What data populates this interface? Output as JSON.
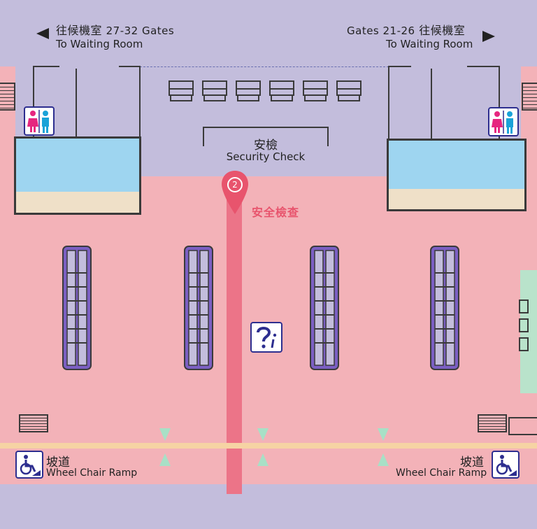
{
  "gates_left": {
    "zh": "往候機室",
    "gates": "27-32 Gates",
    "en": "To Waiting Room"
  },
  "gates_right": {
    "gates": "Gates  21-26",
    "zh": "往候機室",
    "en": "To Waiting Room"
  },
  "security": {
    "zh": "安檢",
    "en": "Security Check"
  },
  "pin": {
    "number": "2",
    "label": "安全檢查",
    "color": "#e8546d"
  },
  "ramp_left": {
    "zh": "坡道",
    "en": "Wheel Chair Ramp"
  },
  "ramp_right": {
    "zh": "坡道",
    "en": "Wheel Chair Ramp"
  },
  "colors": {
    "concourse": "#c3bddc",
    "hall": "#f3b2b8",
    "route": "#ec7488",
    "info": "#2d2e8f",
    "green_area": "#b9e3cb",
    "water": "#9ed5f0"
  },
  "icons": [
    "arrow-left-icon",
    "arrow-right-icon",
    "restroom-icon",
    "information-icon",
    "wheelchair-icon",
    "location-pin-icon",
    "escalator-icon",
    "stairs-icon"
  ]
}
